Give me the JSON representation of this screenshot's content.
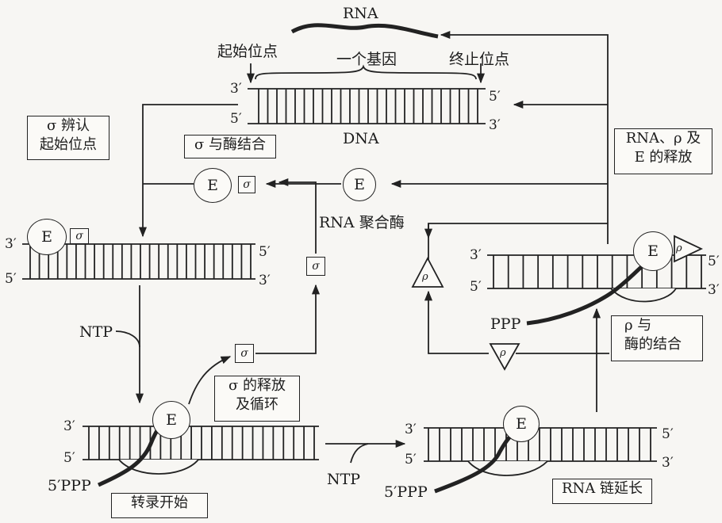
{
  "labels": {
    "rna_top": "RNA",
    "start_site": "起始位点",
    "one_gene": "一个基因",
    "stop_site": "终止位点",
    "dna": "DNA",
    "sigma_recognize": "σ 辨认\n起始位点",
    "sigma_enzyme_bind": "σ 与酶结合",
    "release": "RNA、ρ 及\nE 的释放",
    "rna_polymerase": "RNA 聚合酶",
    "rho_enzyme_bind": "ρ 与\n酶的结合",
    "sigma_release": "σ 的释放\n及循环",
    "transcription_start": "转录开始",
    "rna_elongation": "RNA 链延长",
    "ntp_left": "NTP",
    "ntp_bottom": "NTP",
    "ppp_right": "PPP",
    "ppp_5_left": "5′PPP",
    "ppp_5_bottom": "5′PPP"
  },
  "strand_ends": {
    "top_3": "3′",
    "top_5": "5′",
    "top_5b": "5′",
    "top_3b": "3′",
    "mid_l_3": "3′",
    "mid_l_5": "5′",
    "mid_l_5b": "5′",
    "mid_l_3b": "3′",
    "mid_r_3": "3′",
    "mid_r_5": "5′",
    "mid_r_5b": "5′",
    "mid_r_3b": "3′",
    "bot_l_3": "3′",
    "bot_l_5": "5′",
    "bot_r_3": "3′",
    "bot_r_5": "5′",
    "bot_r_5b": "5′",
    "bot_r_3b": "3′"
  },
  "symbols": {
    "enzyme": "E",
    "sigma": "σ",
    "rho": "ρ"
  }
}
